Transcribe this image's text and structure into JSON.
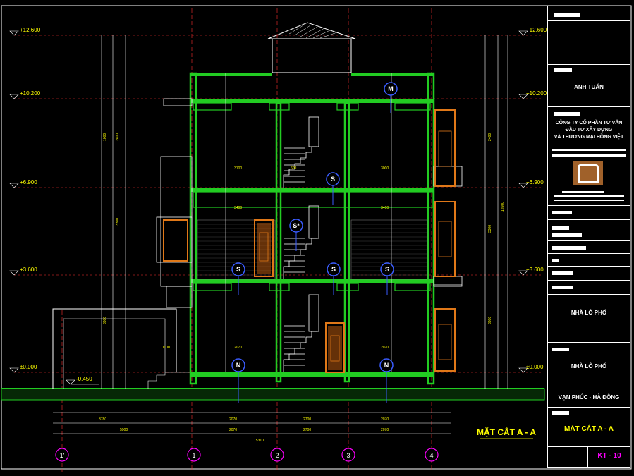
{
  "levels": [
    {
      "label": "+12.600"
    },
    {
      "label": "+10.200"
    },
    {
      "label": "+6.900"
    },
    {
      "label": "+3.600"
    },
    {
      "label": "±0.000"
    },
    {
      "label": "-0.450"
    }
  ],
  "axes": [
    {
      "label": "1'"
    },
    {
      "label": "1"
    },
    {
      "label": "2"
    },
    {
      "label": "3"
    },
    {
      "label": "4"
    }
  ],
  "room_tags": [
    "M",
    "S",
    "S*",
    "S",
    "S",
    "S",
    "N",
    "N"
  ],
  "section_title": "MẶT CẮT A - A",
  "title_block": {
    "client": "ANH TUẤN",
    "company_line1": "CÔNG TY CỔ PHẦN TƯ VẤN",
    "company_line2": "ĐẦU TƯ XÂY DỰNG",
    "company_line3": "VÀ THƯƠNG MẠI HỒNG VIỆT",
    "project_1": "NHÀ LÔ PHỐ",
    "project_2": "NHÀ LÔ PHỐ",
    "location": "VẠN PHÚC - HÀ ĐÔNG",
    "drawing_name": "MẶT CẮT A - A",
    "sheet_no": "KT - 10"
  },
  "colors": {
    "floor_slab": "#22cc22",
    "wall": "#ffffff",
    "door": "#e07818",
    "dimension": "#ff3030",
    "title": "#ffff00",
    "sheet_no": "#ff00ff",
    "tag": "#3a5cff"
  }
}
